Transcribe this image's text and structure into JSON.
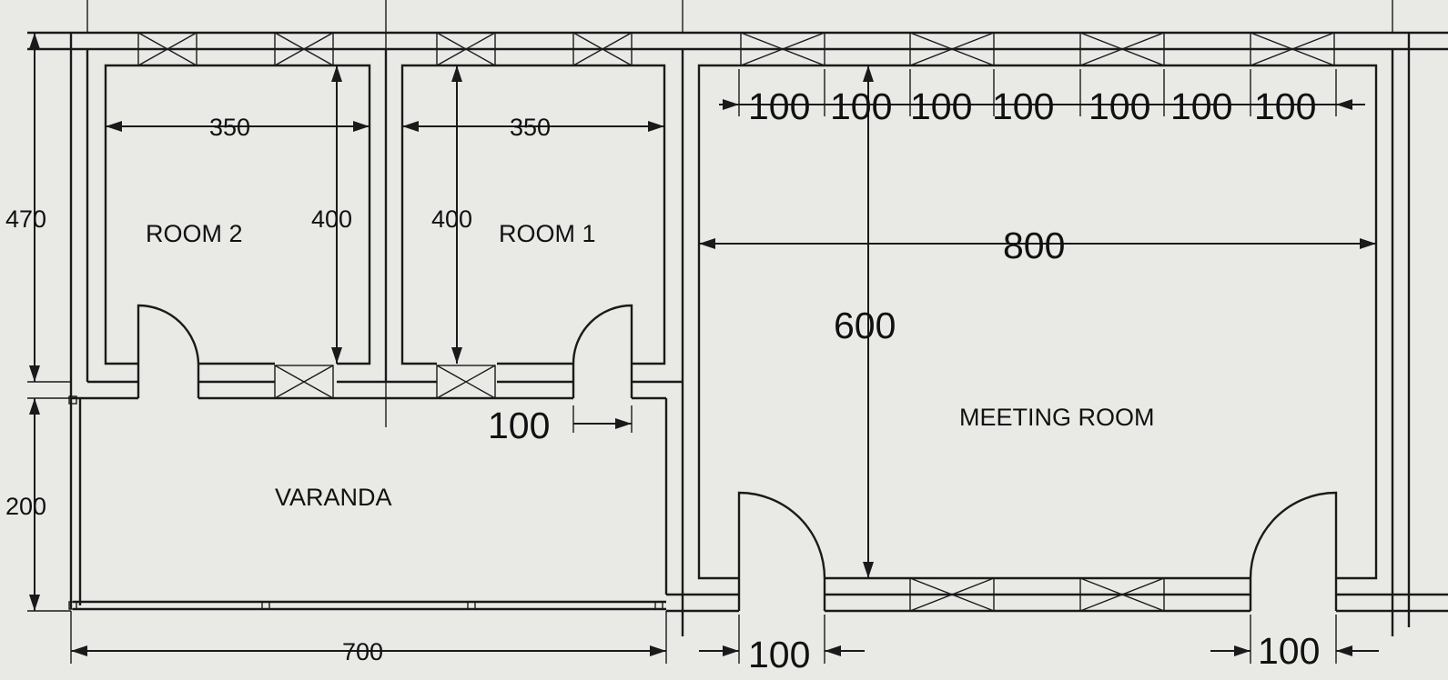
{
  "rooms": {
    "room2": "ROOM 2",
    "room1": "ROOM 1",
    "varanda": "VARANDA",
    "meeting": "MEETING ROOM"
  },
  "dimensions": {
    "room2_width": "350",
    "room1_width": "350",
    "room2_height": "400",
    "room1_height": "400",
    "left_upper": "470",
    "left_lower": "200",
    "bottom_varanda": "700",
    "door_room1": "100",
    "meeting_width": "800",
    "meeting_height": "600",
    "window_spacing": [
      "100",
      "100",
      "100",
      "100",
      "100",
      "100",
      "100"
    ],
    "door_meeting_left": "100",
    "door_meeting_right": "100"
  },
  "colors": {
    "paper": "#e9e9e6",
    "ink": "#1a1a1a"
  }
}
